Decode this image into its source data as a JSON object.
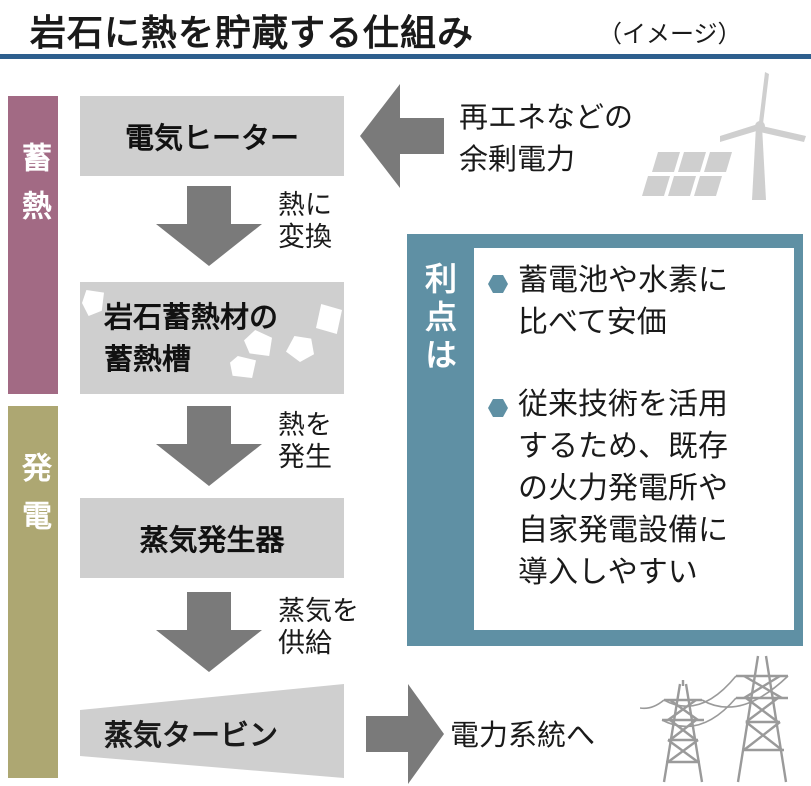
{
  "header": {
    "title": "岩石に熱を貯蔵する仕組み",
    "subtitle": "（イメージ）"
  },
  "side_labels": {
    "storage": "蓄熱",
    "generation": "発電"
  },
  "process": {
    "heater": "電気ヒーター",
    "rock_line1": "岩石蓄熱材の",
    "rock_line2": "蓄熱槽",
    "steam_generator": "蒸気発生器",
    "turbine": "蒸気タービン"
  },
  "steps": {
    "convert_line1": "熱に",
    "convert_line2": "変換",
    "generate_line1": "熱を",
    "generate_line2": "発生",
    "supply_line1": "蒸気を",
    "supply_line2": "供給"
  },
  "source": {
    "line1": "再エネなどの",
    "line2": "余剰電力"
  },
  "output": {
    "label": "電力系統へ"
  },
  "benefits": {
    "title": "利点は",
    "item1": [
      "蓄電池や水素に",
      "比べて安価"
    ],
    "item2": [
      "従来技術を活用",
      "するため、既存",
      "の火力発電所や",
      "自家発電設備に",
      "導入しやすい"
    ]
  },
  "colors": {
    "storage_band": "#a26a84",
    "generation_band": "#ada772",
    "benefit_frame": "#5f90a4",
    "process_box": "#cfcfcf",
    "arrow": "#7a7a7a",
    "title_rule": "#2e5f8e"
  },
  "icons": [
    "wind-turbine-icon",
    "solar-panel-icon",
    "transmission-tower-icon",
    "bullet-hexagon-icon"
  ]
}
